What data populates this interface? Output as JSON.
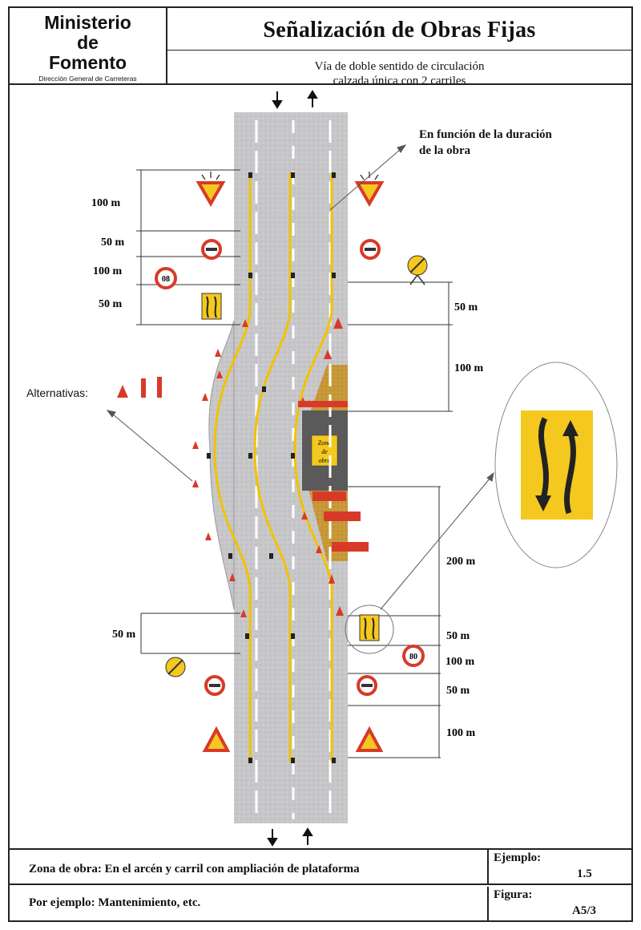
{
  "header": {
    "org_line1": "Ministerio",
    "org_line2": "de",
    "org_line3": "Fomento",
    "org_sub": "Dirección General de Carreteras",
    "title": "Señalización de Obras Fijas",
    "subtitle_line1": "Vía de doble sentido de circulación",
    "subtitle_line2": "calzada única con 2 carriles"
  },
  "diagram": {
    "note_duration": "En función de la duración de la  obra",
    "alternatives_label": "Alternativas:",
    "work_zone_label": [
      "Zona",
      "de",
      "obra"
    ],
    "left_distances": [
      "100 m",
      "50 m",
      "100 m",
      "50 m",
      "50 m"
    ],
    "right_distances": [
      "50 m",
      "100 m",
      "200 m",
      "50 m",
      "100 m",
      "50 m",
      "100 m"
    ],
    "speed_sign_top": "08",
    "speed_sign_bottom": "80"
  },
  "footer": {
    "zona_text": "Zona de obra: En el arcén y carril con ampliación de plataforma",
    "ejemplo_label": "Ejemplo:",
    "ejemplo_value": "1.5",
    "por_ejemplo_text": "Por ejemplo: Mantenimiento, etc.",
    "figura_label": "Figura:",
    "figura_value": "A5/3"
  },
  "colors": {
    "road": "#c7c7c9",
    "yellow_line": "#f2c200",
    "sign_red": "#d83a2a",
    "sign_yellow": "#f4c81e",
    "work_zone_fill": "#5a5a5a",
    "ochre_area": "#c99a3a"
  }
}
